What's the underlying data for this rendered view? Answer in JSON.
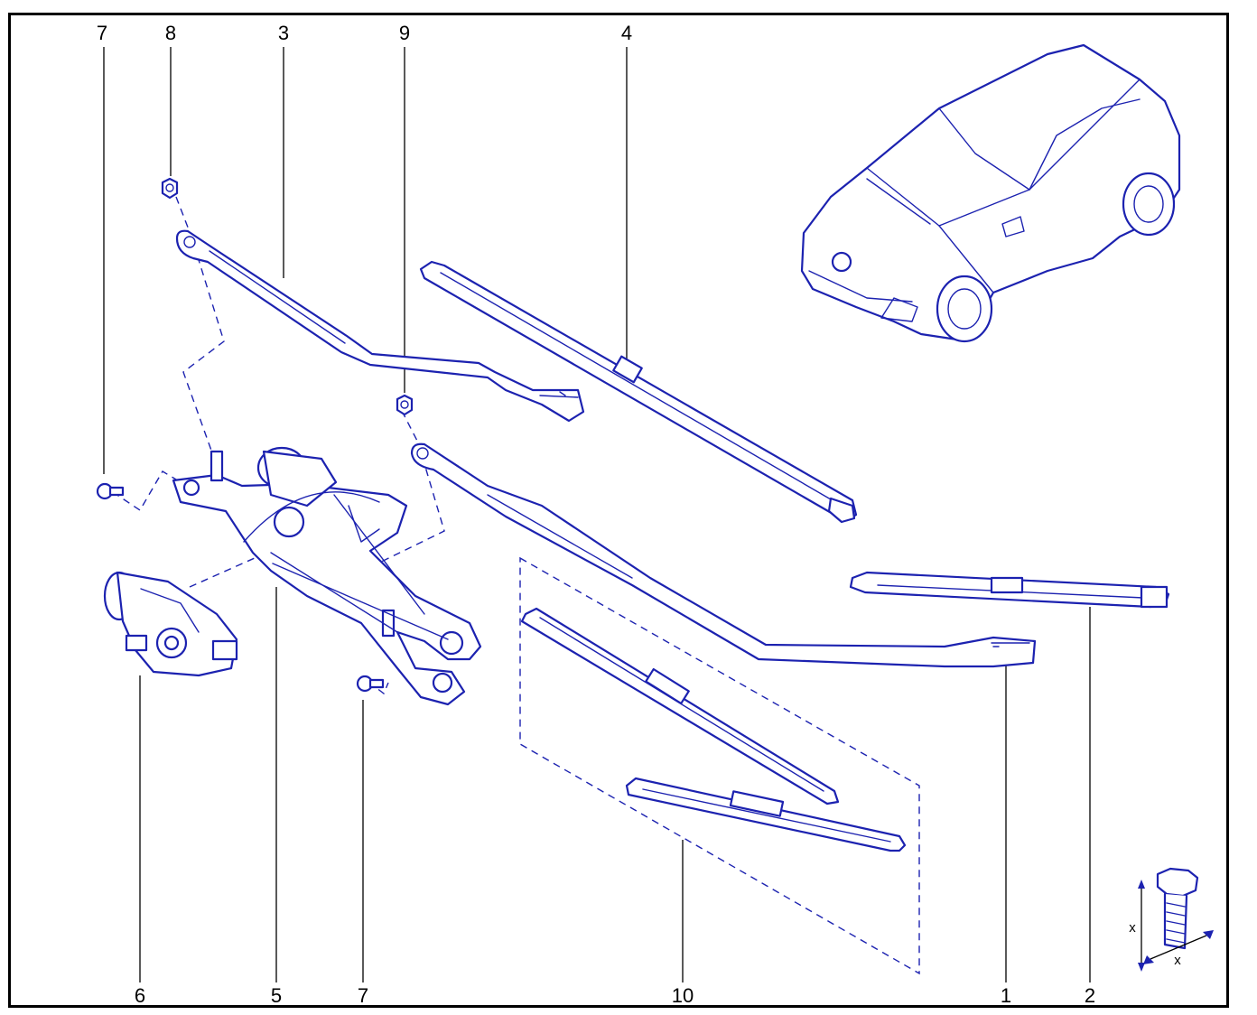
{
  "callouts": {
    "top": [
      "7",
      "8",
      "3",
      "9",
      "4"
    ],
    "bottom": [
      "6",
      "5",
      "7",
      "10",
      "1",
      "2"
    ]
  },
  "bolt_detail": {
    "dimension_label_vertical": "x",
    "dimension_label_horizontal": "x"
  },
  "colors": {
    "line_art": "#1c22b0",
    "leader_lines": "#000000",
    "frame": "#000000"
  }
}
